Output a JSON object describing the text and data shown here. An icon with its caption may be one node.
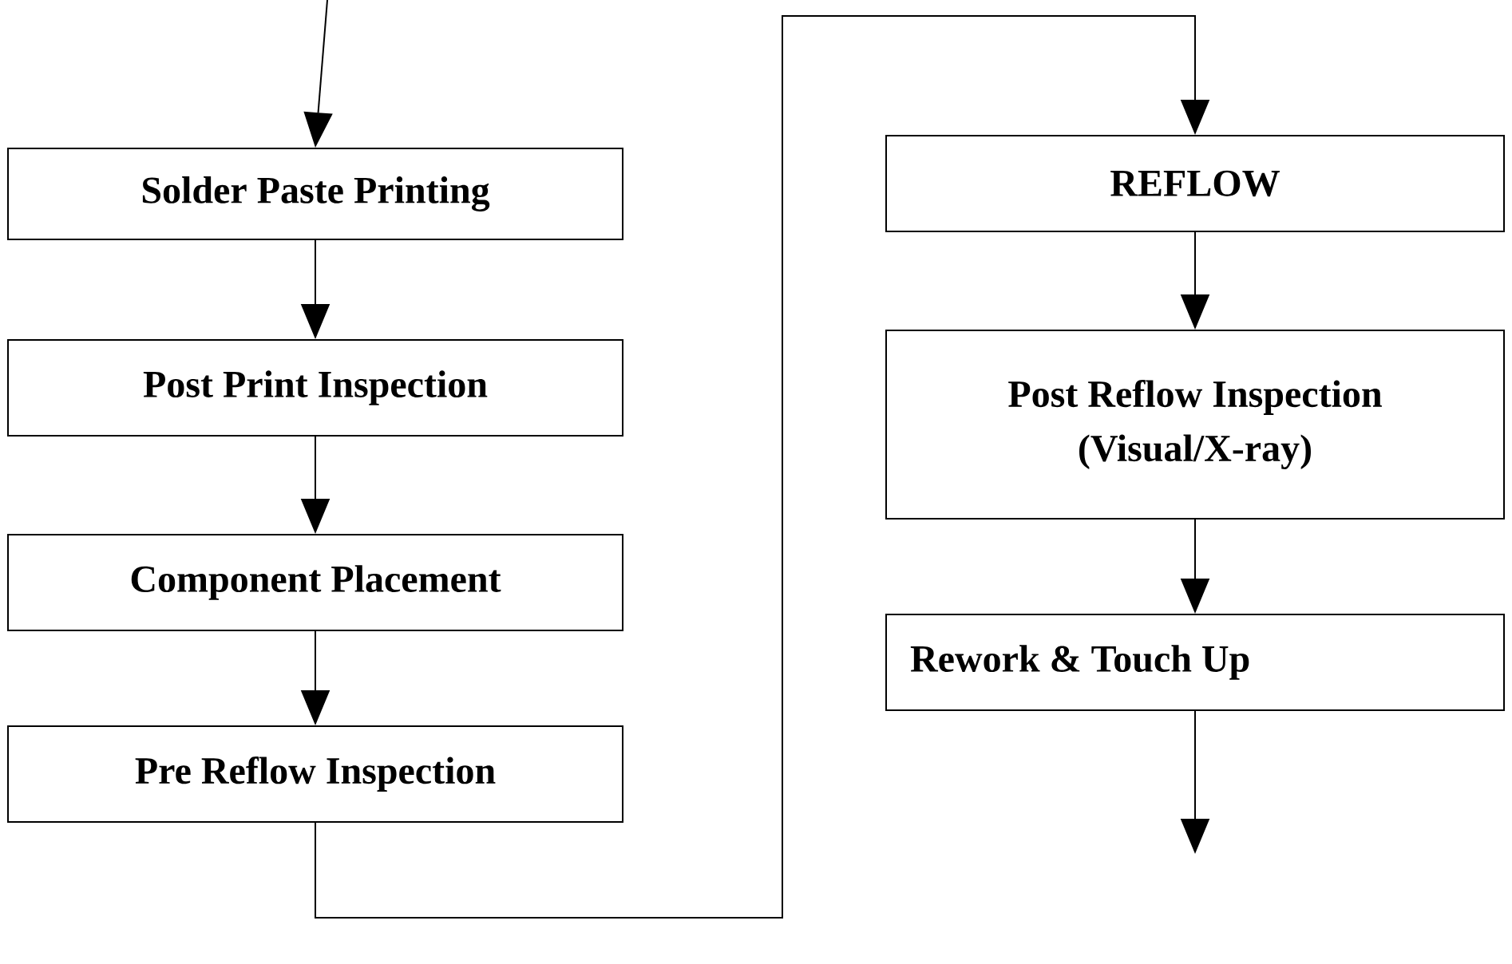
{
  "diagram": {
    "nodes": [
      {
        "text": [
          "Solder Paste Printing"
        ]
      },
      {
        "text": [
          "Post Print Inspection"
        ]
      },
      {
        "text": [
          "Component Placement"
        ]
      },
      {
        "text": [
          "Pre Reflow Inspection"
        ]
      },
      {
        "text": [
          "REFLOW"
        ]
      },
      {
        "text": [
          "Post Reflow Inspection (Visual/X-ray)"
        ]
      },
      {
        "text": [
          "Rework & Touch Up"
        ]
      }
    ],
    "edges": [
      {
        "from": null,
        "to": 0,
        "arrow": "to"
      },
      {
        "from": 0,
        "to": 1,
        "arrow": "to"
      },
      {
        "from": 1,
        "to": 2,
        "arrow": "to"
      },
      {
        "from": 2,
        "to": 3,
        "arrow": "to"
      },
      {
        "from": 3,
        "to": 4,
        "arrow": "to"
      },
      {
        "from": 4,
        "to": 5,
        "arrow": "to"
      },
      {
        "from": 5,
        "to": 6,
        "arrow": "to"
      },
      {
        "from": 6,
        "to": null,
        "arrow": "to"
      }
    ]
  }
}
